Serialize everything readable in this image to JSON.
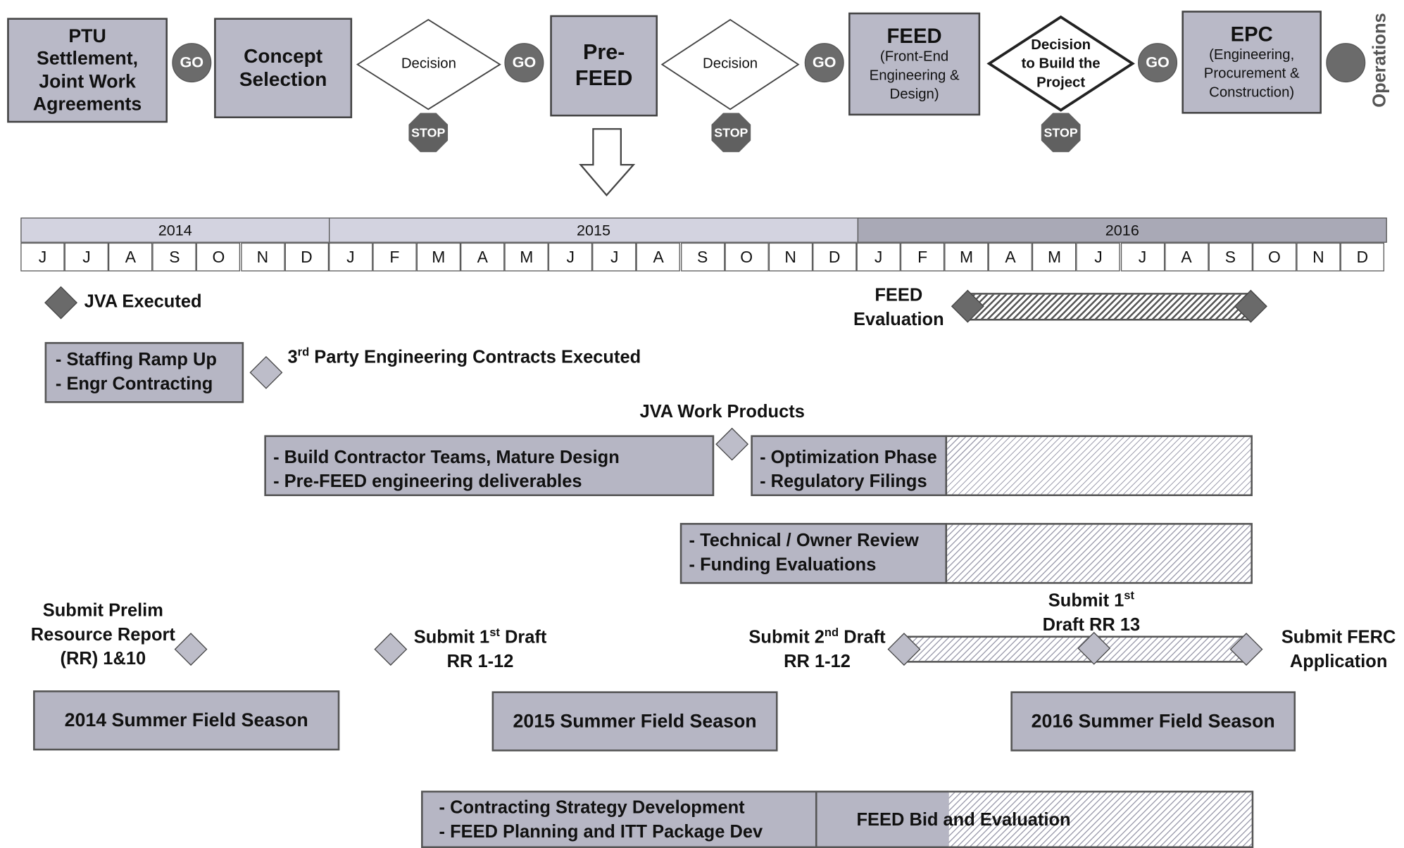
{
  "phases": {
    "ptu": "PTU Settlement, Joint Work Agreements",
    "concept": "Concept Selection",
    "prefeed_line1": "Pre-",
    "prefeed_line2": "FEED",
    "feed_title": "FEED",
    "feed_sub": "(Front-End Engineering & Design)",
    "epc_title": "EPC",
    "epc_sub": "(Engineering, Procurement & Construction)",
    "operations": "Operations"
  },
  "gates": {
    "go_label": "GO",
    "stop_label": "STOP",
    "decision_1": "Decision",
    "decision_2": "Decision",
    "decision_3_line1": "Decision",
    "decision_3_line2": "to Build the",
    "decision_3_line3": "Project"
  },
  "timeline": {
    "years": [
      "2014",
      "2015",
      "2016"
    ],
    "months": [
      "J",
      "J",
      "A",
      "S",
      "O",
      "N",
      "D",
      "J",
      "F",
      "M",
      "A",
      "M",
      "J",
      "J",
      "A",
      "S",
      "O",
      "N",
      "D",
      "J",
      "F",
      "M",
      "A",
      "M",
      "J",
      "J",
      "A",
      "S",
      "O",
      "N",
      "D"
    ]
  },
  "milestones": {
    "jva_executed": "JVA Executed",
    "feed_eval_line1": "FEED",
    "feed_eval_line2": "Evaluation",
    "third_party_sup": "rd",
    "third_party_line1_pre": "3",
    "third_party_line1_post": " Party Engineering",
    "third_party_line2": "Contracts Executed",
    "jva_work_products": "JVA Work Products",
    "submit_prelim_line1": "Submit Prelim",
    "submit_prelim_line2": "Resource Report",
    "submit_prelim_line3": "(RR) 1&10",
    "submit1_pre": "Submit 1",
    "submit1_sup": "st",
    "submit1_post": " Draft",
    "submit1_line2": "RR 1-12",
    "submit2_pre": "Submit 2",
    "submit2_sup": "nd",
    "submit2_post": " Draft",
    "submit2_line2": "RR 1-12",
    "submit_rr13_pre": "Submit 1",
    "submit_rr13_sup": "st",
    "submit_rr13_line2": "Draft RR 13",
    "submit_ferc_line1": "Submit FERC",
    "submit_ferc_line2": "Application"
  },
  "activities": {
    "staffing_1": "- Staffing Ramp Up",
    "staffing_2": "- Engr Contracting",
    "build_1": "- Build Contractor Teams, Mature Design",
    "build_2": "- Pre-FEED engineering deliverables",
    "optim_1": "- Optimization Phase",
    "optim_2": "- Regulatory Filings",
    "tech_1": "- Technical / Owner Review",
    "tech_2": "- Funding Evaluations",
    "contract_1": "- Contracting Strategy Development",
    "contract_2": "- FEED Planning and ITT Package Dev",
    "feed_bid": "FEED Bid and Evaluation"
  },
  "field_seasons": {
    "s2014": "2014 Summer Field Season",
    "s2015": "2015 Summer Field Season",
    "s2016": "2016 Summer Field Season"
  }
}
